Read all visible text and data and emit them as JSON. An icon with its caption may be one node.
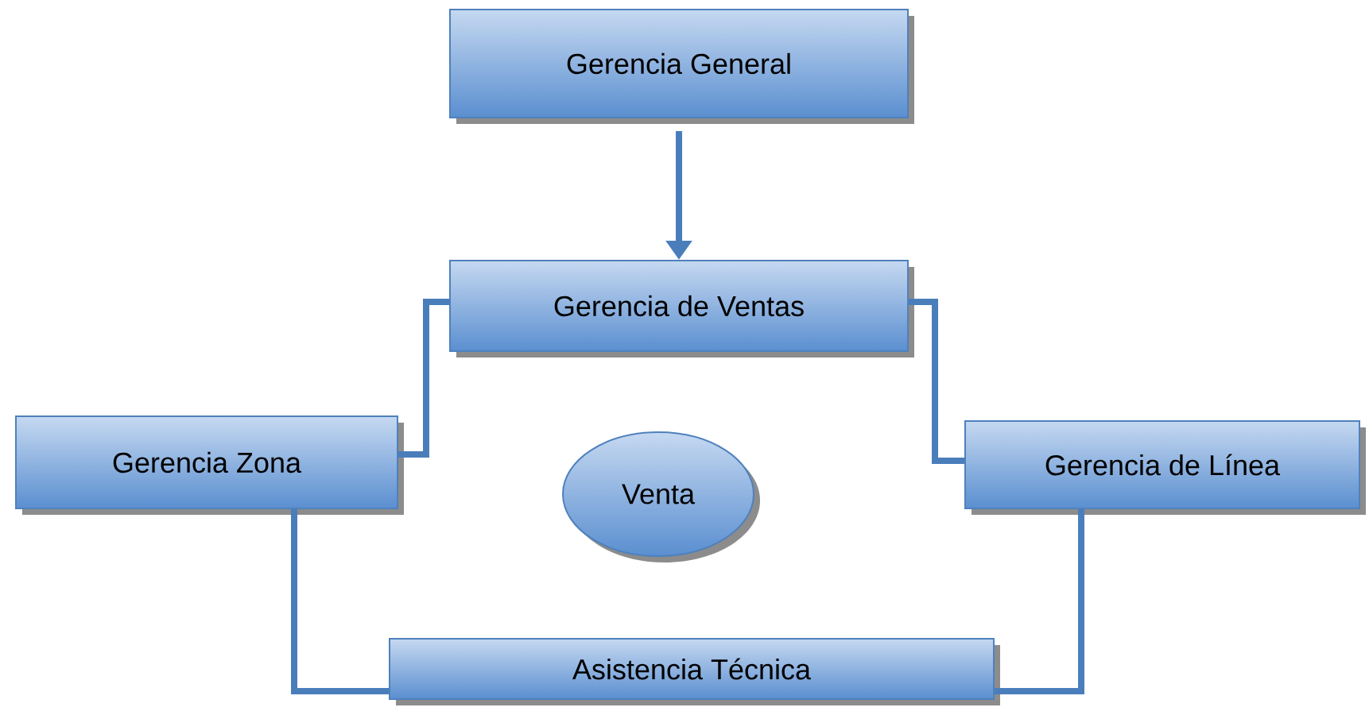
{
  "diagram": {
    "nodes": [
      {
        "text": [
          "Gerencia General"
        ]
      },
      {
        "text": [
          "Gerencia de Ventas"
        ]
      },
      {
        "text": [
          "Gerencia Zona"
        ]
      },
      {
        "text": [
          "Venta"
        ]
      },
      {
        "text": [
          "Gerencia de Línea"
        ]
      },
      {
        "text": [
          "Asistencia Técnica"
        ]
      }
    ],
    "edges": [
      {
        "from": 0,
        "to": 1,
        "arrow": "to"
      },
      {
        "from": 1,
        "to": 2,
        "arrow": "none"
      },
      {
        "from": 1,
        "to": 4,
        "arrow": "none"
      },
      {
        "from": 2,
        "to": 5,
        "arrow": "none"
      },
      {
        "from": 4,
        "to": 5,
        "arrow": "none"
      }
    ]
  }
}
